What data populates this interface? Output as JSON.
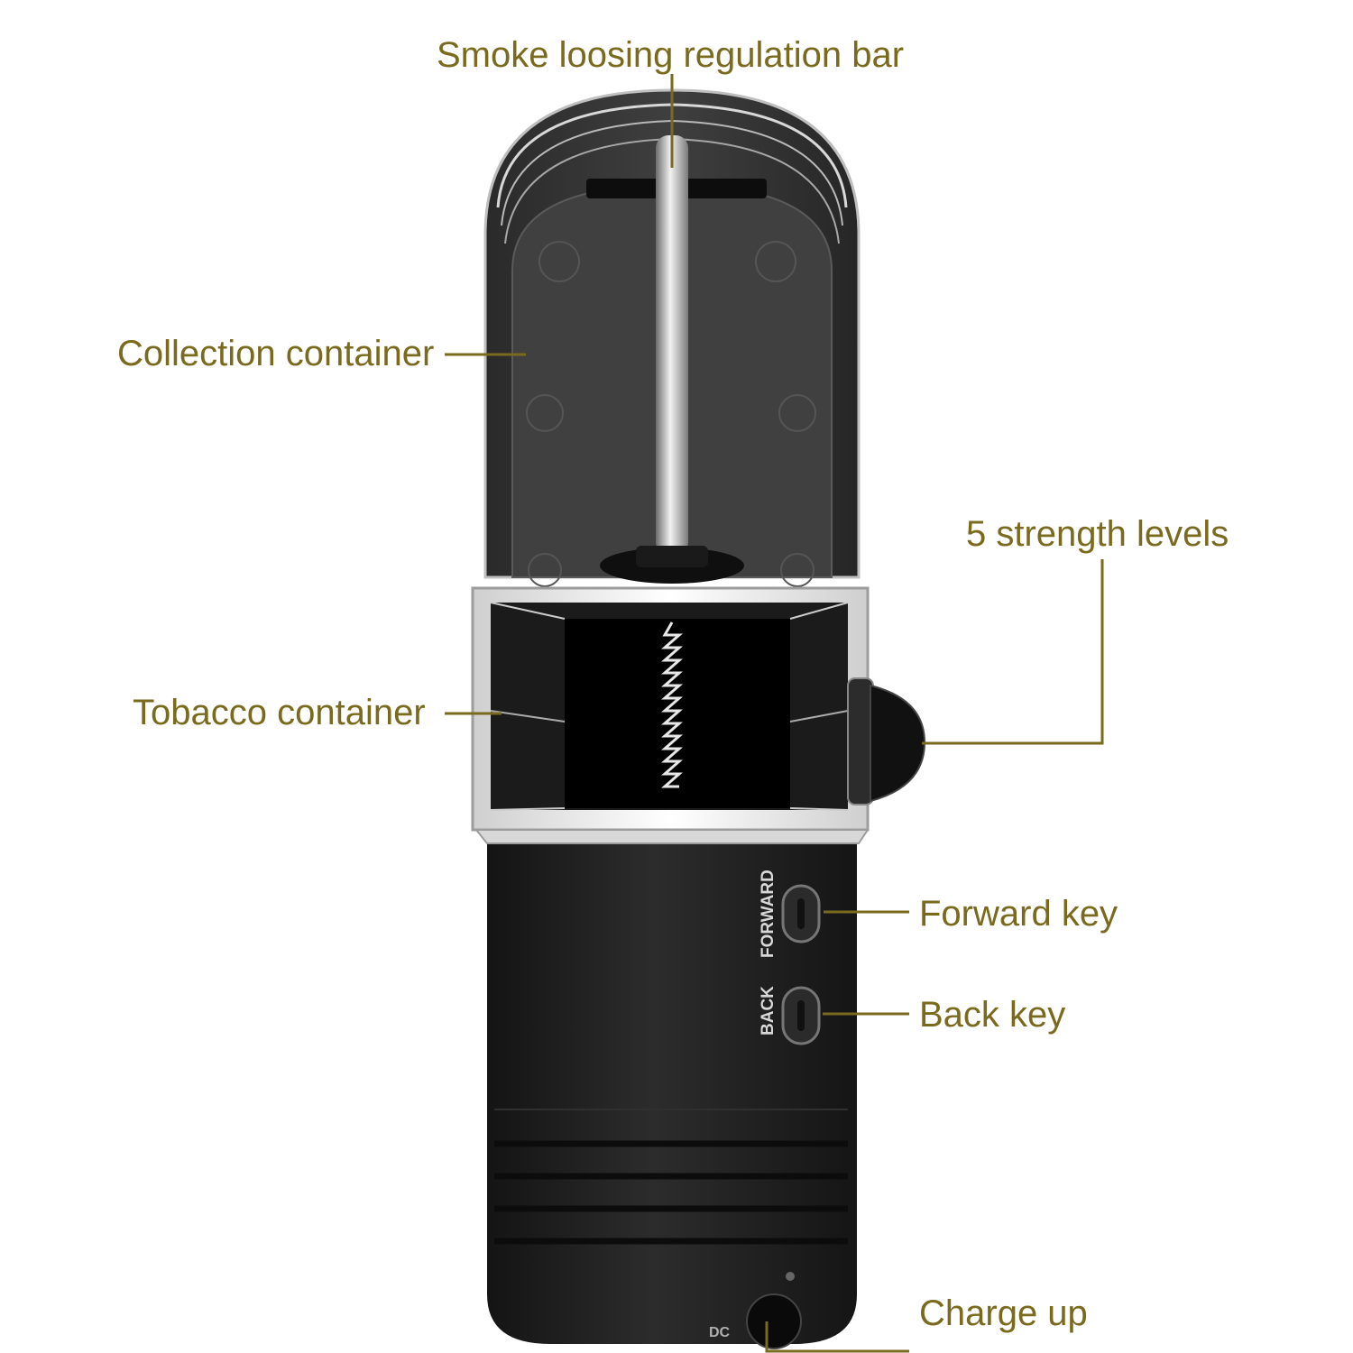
{
  "colors": {
    "label": "#7a6a1e",
    "leader": "#7a6a1e",
    "device_body": "#1e1e1e",
    "background": "#ffffff"
  },
  "device": {
    "forward_button_text": "FORWARD",
    "back_button_text": "BACK",
    "port_text": "DC"
  },
  "labels": {
    "regulation_bar": "Smoke loosing regulation bar",
    "collection_container": "Collection container",
    "strength_levels": "5 strength levels",
    "tobacco_container": "Tobacco container",
    "forward_key": "Forward key",
    "back_key": "Back key",
    "charge_up": "Charge up"
  }
}
